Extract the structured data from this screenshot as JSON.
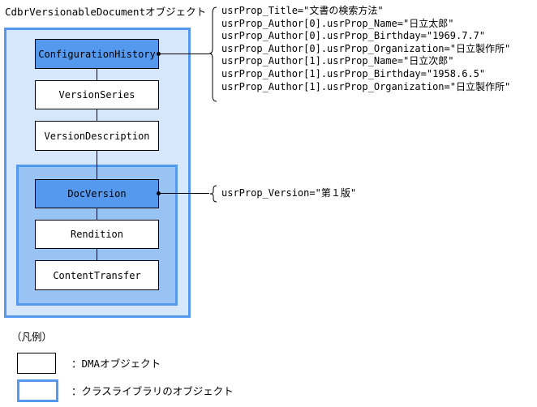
{
  "diagram": {
    "outer_label": "CdbrVersionableDocumentオブジェクト",
    "objects": {
      "configuration_history": "ConfigurationHistory",
      "version_series": "VersionSeries",
      "version_description": "VersionDescription",
      "doc_version": "DocVersion",
      "rendition": "Rendition",
      "content_transfer": "ContentTransfer"
    },
    "document_properties": [
      "usrProp_Title=\"文書の検索方法\"",
      "usrProp_Author[0].usrProp_Name=\"日立太郎\"",
      "usrProp_Author[0].usrProp_Birthday=\"1969.7.7\"",
      "usrProp_Author[0].usrProp_Organization=\"日立製作所\"",
      "usrProp_Author[1].usrProp_Name=\"日立次郎\"",
      "usrProp_Author[1].usrProp_Birthday=\"1958.6.5\"",
      "usrProp_Author[1].usrProp_Organization=\"日立製作所\""
    ],
    "version_properties": [
      "usrProp_Version=\"第１版\""
    ],
    "colors": {
      "class_library_border": "#5599ee",
      "outer_fill": "#d6e7fb",
      "inner_fill": "#99c3f3",
      "highlight_fill": "#5599ee"
    }
  },
  "legend": {
    "title": "（凡例）",
    "dma_object": "：DMAオブジェクト",
    "class_library_object": "：クラスライブラリのオブジェクト"
  }
}
